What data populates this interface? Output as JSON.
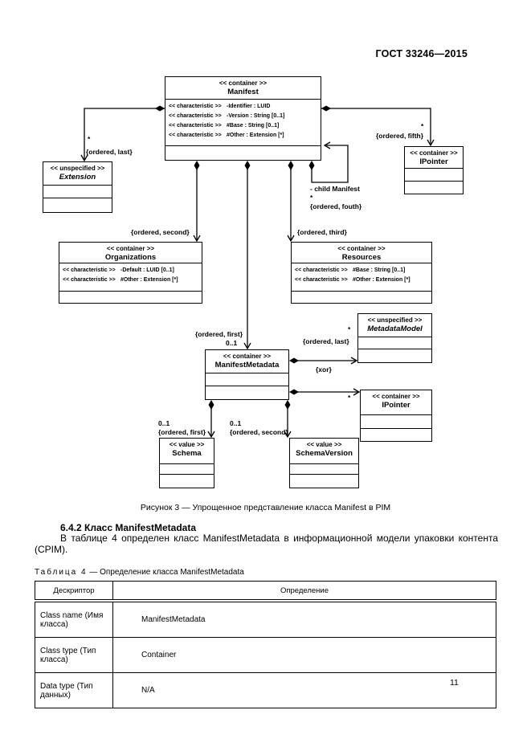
{
  "page": {
    "header": "ГОСТ 33246—2015",
    "page_number": "11"
  },
  "figure": {
    "caption": "Рисунок 3 — Упрощенное представление класса Manifest в PIM",
    "classes": {
      "manifest": {
        "stereotype": "<< container >>",
        "name": "Manifest",
        "attrs": [
          {
            "st": "<< characteristic >>",
            "def": "-Identifier : LUID"
          },
          {
            "st": "<< characteristic >>",
            "def": "-Version : String [0..1]"
          },
          {
            "st": "<< characteristic >>",
            "def": "#Base : String [0..1]"
          },
          {
            "st": "<< characteristic >>",
            "def": "#Other : Extension [*]"
          }
        ]
      },
      "extension": {
        "stereotype": "<< unspecified >>",
        "name": "Extension"
      },
      "ipointer_top": {
        "stereotype": "<< container >>",
        "name": "IPointer"
      },
      "organizations": {
        "stereotype": "<< container >>",
        "name": "Organizations",
        "attrs": [
          {
            "st": "<< characteristic >>",
            "def": "-Default : LUID [0..1]"
          },
          {
            "st": "<< characteristic >>",
            "def": "#Other : Extension [*]"
          }
        ]
      },
      "resources": {
        "stereotype": "<< container >>",
        "name": "Resources",
        "attrs": [
          {
            "st": "<< characteristic >>",
            "def": "#Base : String [0..1]"
          },
          {
            "st": "<< characteristic >>",
            "def": "#Other : Extension [*]"
          }
        ]
      },
      "manifest_metadata": {
        "stereotype": "<< container >>",
        "name": "ManifestMetadata"
      },
      "metadata_model": {
        "stereotype": "<< unspecified >>",
        "name": "MetadataModel"
      },
      "ipointer_bottom": {
        "stereotype": "<< container >>",
        "name": "IPointer"
      },
      "schema": {
        "stereotype": "<< value >>",
        "name": "Schema"
      },
      "schema_version": {
        "stereotype": "<< value >>",
        "name": "SchemaVersion"
      }
    },
    "labels": {
      "ext_mult": "*",
      "ext_order": "{ordered, last}",
      "fifth_mult": "*",
      "fifth_order": "{ordered, fifth}",
      "child_role": "- child Manifest",
      "child_mult": "*",
      "child_order": "{ordered, fouth}",
      "second_order": "{ordered, second}",
      "third_order": "{ordered, third}",
      "first_order": "{ordered, first}",
      "first_mult": "0..1",
      "model_mult": "*",
      "model_order": "{ordered, last}",
      "xor": "{xor}",
      "ipointer_mult": "*",
      "schema_mult": "0..1",
      "schema_order": "{ordered, first}",
      "schemaver_mult": "0..1",
      "schemaver_order": "{ordered, second}"
    }
  },
  "section": {
    "heading": "6.4.2 Класс ManifestMetadata",
    "body": "В таблице 4 определен класс ManifestMetadata в информационной модели упаковки контента (CPIM)."
  },
  "table": {
    "caption_label": "Таблица 4",
    "caption_rest": " — Определение класса ManifestMetadata",
    "headers": [
      "Дескриптор",
      "Определение"
    ],
    "rows": [
      {
        "descriptor": "Class name (Имя класса)",
        "definition": "ManifestMetadata"
      },
      {
        "descriptor": "Class type (Тип класса)",
        "definition": "Container"
      },
      {
        "descriptor": "Data type (Тип данных)",
        "definition": "N/A"
      }
    ]
  }
}
